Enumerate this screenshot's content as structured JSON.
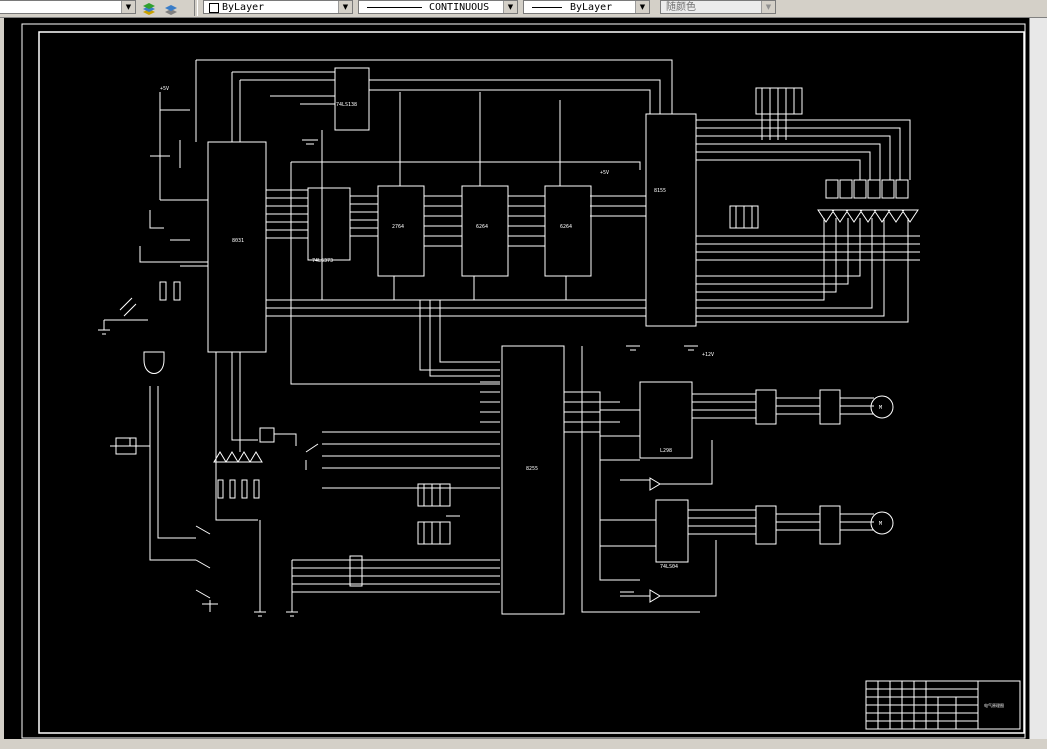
{
  "toolbar": {
    "layer_color": "ByLayer",
    "linetype": "CONTINUOUS",
    "lineweight": "ByLayer",
    "plot_style": "随颜色"
  },
  "drawing": {
    "chip_8031": "8031",
    "chip_8155": "8155",
    "chip_8255": "8255",
    "chip_74ls373": "74LS373",
    "chip_2764": "2764",
    "chip_6264": "6264",
    "chip_74ls138": "74LS138",
    "chip_74ls04": "74LS04",
    "driver_l298": "L298",
    "motor_label": "M",
    "net_vcc": "+5V",
    "net_12v": "+12V",
    "title_block_text": "电气原理图"
  },
  "colors": {
    "canvas": "#000000",
    "lines": "#ffffff"
  }
}
